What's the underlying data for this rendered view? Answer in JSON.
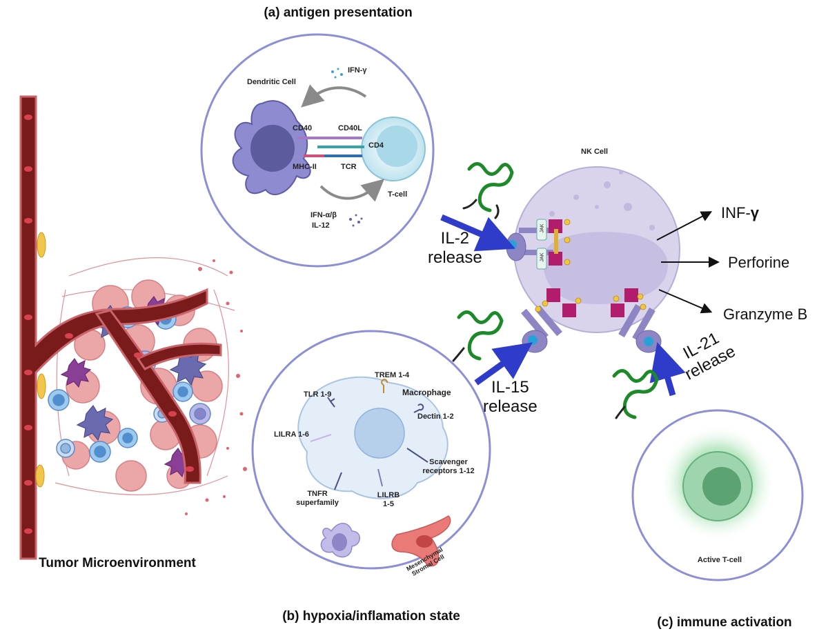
{
  "panels": {
    "a": {
      "title": "(a) antigen presentation"
    },
    "b": {
      "title": "(b) hypoxia/inflamation state"
    },
    "c": {
      "title": "(c) immune activation"
    }
  },
  "tumor": {
    "label": "Tumor Microenvironment"
  },
  "antigen": {
    "dendritic_cell": "Dendritic Cell",
    "t_cell": "T-cell",
    "ifn_gamma": "IFN-γ",
    "ifn_ab": "IFN-α/β",
    "il12": "IL-12",
    "cd40": "CD40",
    "cd40l": "CD40L",
    "cd4": "CD4",
    "mhc2": "MHC-II",
    "tcr": "TCR"
  },
  "macrophage": {
    "label": "Macrophage",
    "trem": "TREM 1-4",
    "tlr": "TLR 1-9",
    "dectin": "Dectin 1-2",
    "lilra": "LILRA 1-6",
    "scavenger_1": "Scavenger",
    "scavenger_2": "receptors 1-12",
    "tnfr_1": "TNFR",
    "tnfr_2": "superfamily",
    "lilrb_1": "LILRB",
    "lilrb_2": "1-5",
    "msc_1": "Mesenchymal",
    "msc_2": "Stromal Cell"
  },
  "nk": {
    "label": "NK Cell",
    "jak": "JAK",
    "outputs": {
      "inf": "INF-",
      "gamma": "γ",
      "perforine": "Perforine",
      "granzyme": "Granzyme B"
    }
  },
  "releases": {
    "il2_a": "IL-2",
    "il2_b": "release",
    "il15_a": "IL-15",
    "il15_b": "release",
    "il21_a": "IL-21",
    "il21_b": "release"
  },
  "active_t": {
    "label": "Active T-cell"
  },
  "colors": {
    "vessel": "#7a1b1b",
    "vessel_edge": "#c9656a",
    "circle_border": "#8d8fd6",
    "arrow_blue": "#2f3cc9",
    "nk_fill": "#d9d4ec",
    "receptor": "#8e86c4",
    "jak_box": "#b11c6c",
    "protein": "#1d8a2a",
    "tumor_cell": "#e9a1a4"
  }
}
